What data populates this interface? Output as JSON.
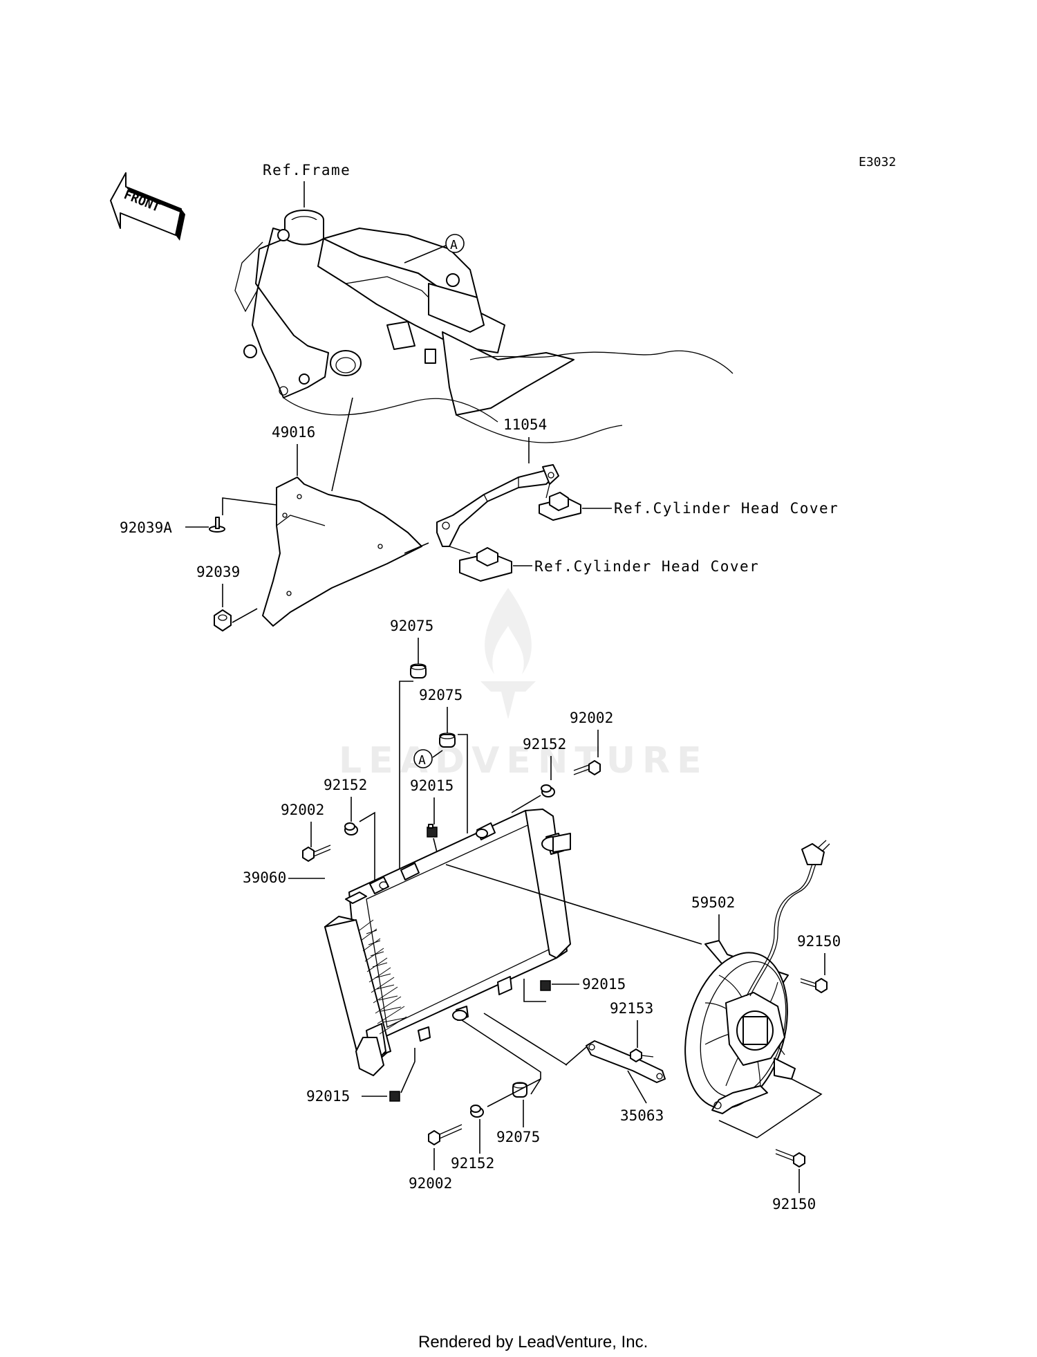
{
  "diagram_code": "E3032",
  "front_arrow": "FRONT",
  "refs": {
    "frame": "Ref.Frame",
    "cyl_head_upper": "Ref.Cylinder Head Cover",
    "cyl_head_lower": "Ref.Cylinder Head Cover"
  },
  "marker_a": "A",
  "parts": {
    "p49016": "49016",
    "p11054": "11054",
    "p92039A": "92039A",
    "p92039": "92039",
    "p92075_top": "92075",
    "p92075_mid": "92075",
    "p92075_bottom": "92075",
    "p92002_right": "92002",
    "p92002_left": "92002",
    "p92002_bottom": "92002",
    "p92152_right": "92152",
    "p92152_left": "92152",
    "p92152_bottom": "92152",
    "p92015_top": "92015",
    "p92015_right": "92015",
    "p92015_bottom": "92015",
    "p39060": "39060",
    "p59502": "59502",
    "p92150_top": "92150",
    "p92150_bottom": "92150",
    "p92153": "92153",
    "p35063": "35063"
  },
  "watermark": "LEADVENTURE",
  "footer": "Rendered by LeadVenture, Inc."
}
